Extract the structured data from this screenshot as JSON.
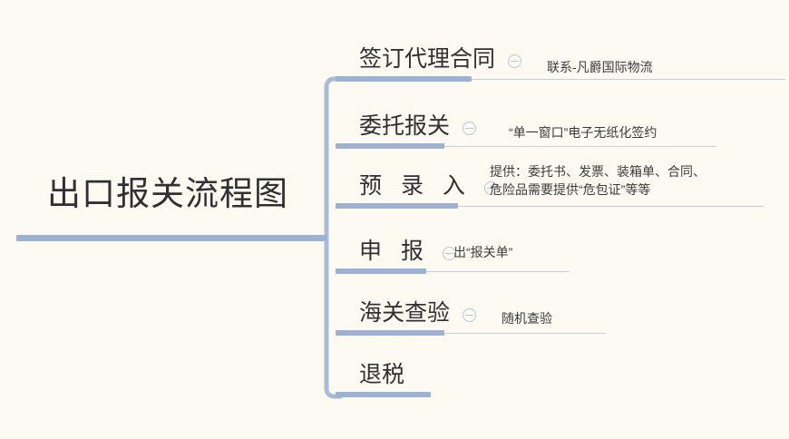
{
  "diagram": {
    "type": "mindmap",
    "title": "出口报关流程图",
    "background_color": "#fdfaf2",
    "accent_color": "#9cb2d3",
    "line_color": "#c3cfe2",
    "text_color": "#2f3033",
    "root": {
      "label": "出口报关流程图"
    },
    "collapse_icon": "collapse-minus-circle-icon",
    "branches": [
      {
        "id": "sign-agency-contract",
        "label": "签订代理合同",
        "spaced": false,
        "has_collapse": true,
        "child": {
          "line1": "联系-凡爵国际物流",
          "line2": ""
        }
      },
      {
        "id": "entrust-declaration",
        "label": "委托报关",
        "spaced": false,
        "has_collapse": true,
        "child": {
          "line1": "“单一窗口”电子无纸化签约",
          "line2": ""
        }
      },
      {
        "id": "pre-entry",
        "label": "预 录 入",
        "spaced": true,
        "has_collapse": true,
        "child": {
          "line1": "提供：委托书、发票、装箱单、合同、",
          "line2": "危险品需要提供“危包证”等等"
        }
      },
      {
        "id": "declaration",
        "label": "申 报",
        "spaced": true,
        "has_collapse": true,
        "child": {
          "line1": "出“报关单”",
          "line2": ""
        }
      },
      {
        "id": "customs-inspection",
        "label": "海关查验",
        "spaced": false,
        "has_collapse": true,
        "child": {
          "line1": "随机查验",
          "line2": ""
        }
      },
      {
        "id": "tax-refund",
        "label": "退税",
        "spaced": false,
        "has_collapse": false,
        "child": {
          "line1": "",
          "line2": ""
        }
      }
    ]
  }
}
